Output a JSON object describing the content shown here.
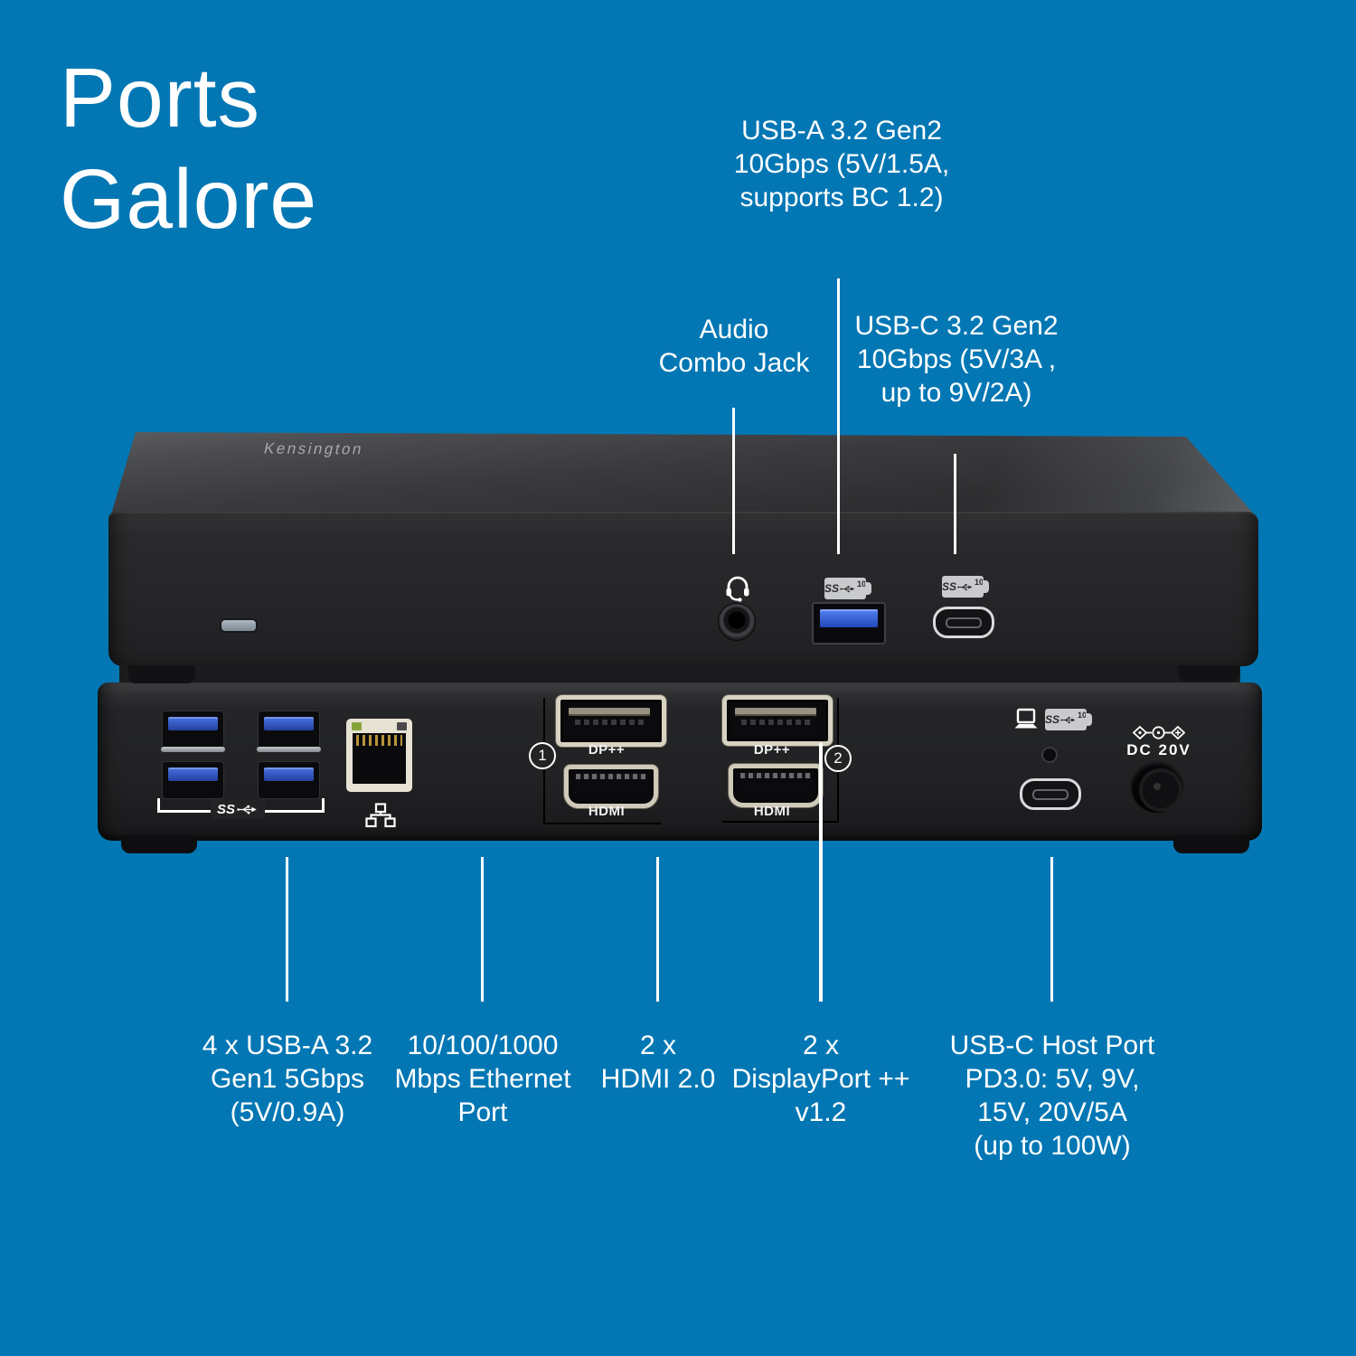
{
  "colors": {
    "background": "#0377B4",
    "chassis_dark": "#242426",
    "usb_port_blue": "#2E5AD0",
    "bezel_ivory": "#D8D2C2",
    "badge_gray": "#C9CACC",
    "callout_white": "#FFFFFF"
  },
  "title": {
    "line1": "Ports",
    "line2": "Galore"
  },
  "brand": "Kensington",
  "top_callouts": {
    "usb_a": {
      "lines": [
        "USB-A 3.2 Gen2",
        "10Gbps (5V/1.5A,",
        "supports BC 1.2)"
      ]
    },
    "audio": {
      "lines": [
        "Audio",
        "Combo Jack"
      ]
    },
    "usb_c": {
      "lines": [
        "USB-C 3.2 Gen2",
        "10Gbps (5V/3A ,",
        "up to 9V/2A)"
      ]
    }
  },
  "bottom_callouts": {
    "usb4": {
      "lines": [
        "4 x USB-A 3.2",
        "Gen1 5Gbps",
        "(5V/0.9A)"
      ]
    },
    "ethernet": {
      "lines": [
        "10/100/1000",
        "Mbps Ethernet",
        "Port"
      ]
    },
    "hdmi": {
      "lines": [
        "2 x",
        "HDMI 2.0"
      ]
    },
    "displayport": {
      "lines": [
        "2 x",
        "DisplayPort ++",
        "v1.2"
      ]
    },
    "usbc_host": {
      "lines": [
        "USB-C Host Port",
        "PD3.0: 5V, 9V,",
        "15V, 20V/5A",
        "(up to 100W)"
      ]
    }
  },
  "ports": {
    "dp1": "DP++",
    "hdmi1": "HDMI",
    "dp2": "DP++",
    "hdmi2": "HDMI",
    "group1": "1",
    "group2": "2",
    "dc_power": "DC 20V"
  },
  "usb_logo": {
    "ss": "SS",
    "speed": "10"
  },
  "icons": {
    "headset": "headset-icon",
    "ethernet": "ethernet-network-icon",
    "laptop": "laptop-host-icon",
    "power_polarity": "dc-polarity-icon",
    "usb_trident": "usb-superspeed-trident-icon"
  }
}
